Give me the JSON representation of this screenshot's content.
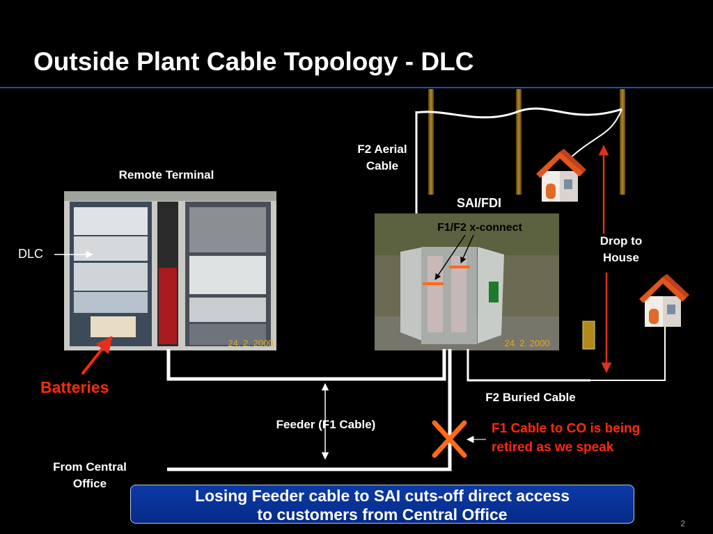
{
  "slide": {
    "title": "Outside Plant Cable Topology - DLC",
    "page_number": "2"
  },
  "labels": {
    "remote_terminal": "Remote Terminal",
    "dlc": "DLC",
    "batteries": "Batteries",
    "f2_aerial_line1": "F2 Aerial",
    "f2_aerial_line2": "Cable",
    "sai_fdi": "SAI/FDI",
    "f1f2_xconnect": "F1/F2 x-connect",
    "drop_line1": "Drop to",
    "drop_line2": "House",
    "f2_buried": "F2 Buried Cable",
    "feeder": "Feeder (F1 Cable)",
    "from_co_line1": "From Central",
    "from_co_line2": "Office",
    "retired_line1": "F1 Cable to CO is being",
    "retired_line2": "retired as we speak"
  },
  "photo_stamps": {
    "rt_date": "24. 2. 2000",
    "sai_date": "24. 2. 2000"
  },
  "banner": {
    "line1": "Losing Feeder cable to SAI cuts-off direct access",
    "line2": "to customers from Central Office"
  },
  "colors": {
    "title_rule": "#1f4fb8",
    "accent_red": "#ff2a0a",
    "x_mark": "#ff6a1a",
    "banner_fill": "#0b3aa8",
    "pole": "#8a6a1a"
  }
}
